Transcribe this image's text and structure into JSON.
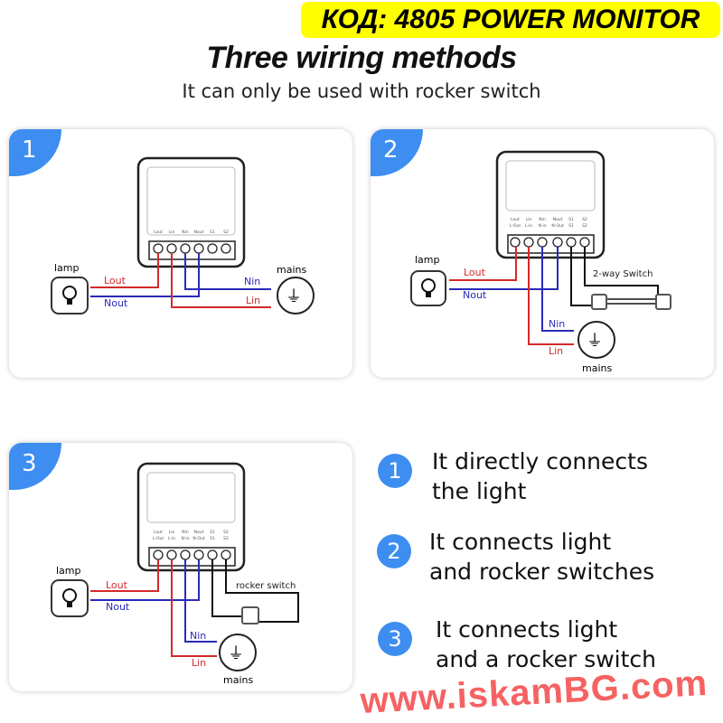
{
  "header": {
    "title": "Three wiring methods",
    "subtitle": "It can only be used with rocker switch",
    "product_code": "КОД: 4805 POWER MONITOR"
  },
  "terminals": {
    "top": [
      "Lout",
      "Lin",
      "Nin",
      "Nout",
      "S1",
      "S2"
    ],
    "bottom": [
      "L-Out",
      "L-in",
      "N-in",
      "N-Out",
      "S1",
      "S2"
    ]
  },
  "panels": [
    {
      "number": "1",
      "lamp": "lamp",
      "mains": "mains",
      "lout": "Lout",
      "nout": "Nout",
      "nin": "Nin",
      "lin": "Lin"
    },
    {
      "number": "2",
      "lamp": "lamp",
      "mains": "mains",
      "lout": "Lout",
      "nout": "Nout",
      "nin": "Nin",
      "lin": "Lin",
      "switch_label": "2-way Switch"
    },
    {
      "number": "3",
      "lamp": "lamp",
      "mains": "mains",
      "lout": "Lout",
      "nout": "Nout",
      "nin": "Nin",
      "lin": "Lin",
      "switch_label": "rocker switch"
    }
  ],
  "steps": [
    {
      "number": "1",
      "line1": "It directly connects",
      "line2": "the light"
    },
    {
      "number": "2",
      "line1": "It connects light",
      "line2": "and rocker switches"
    },
    {
      "number": "3",
      "line1": "It connects light",
      "line2": "and a rocker switch"
    }
  ],
  "watermark": "www.iskamBG.com",
  "colors": {
    "accent": "#3d8ef0",
    "live": "#d42a2a",
    "neutral": "#2a2ab8",
    "badge": "#ffff00"
  }
}
